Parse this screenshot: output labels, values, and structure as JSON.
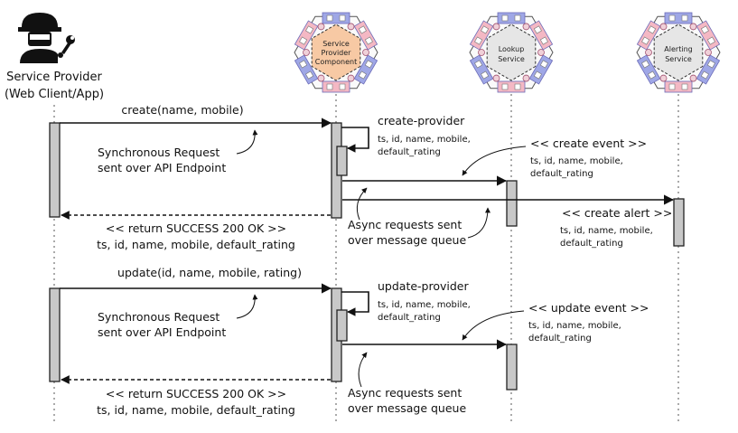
{
  "actor": {
    "line1": "Service Provider",
    "line2": "(Web Client/App)",
    "icon": "worker-with-wrench-icon"
  },
  "components": [
    {
      "line1": "Service",
      "line2": "Provider",
      "line3": "Component",
      "core_color": "#f7c9a4"
    },
    {
      "line1": "Lookup",
      "line2": "Service",
      "line3": "",
      "core_color": "#e6e6e6"
    },
    {
      "line1": "Alerting",
      "line2": "Service",
      "line3": "",
      "core_color": "#e6e6e6"
    }
  ],
  "colors": {
    "adapter_pink": "#f4b8c4",
    "adapter_blue": "#9fa7e6",
    "activation": "#c8c8c8"
  },
  "flow1": {
    "request": "create(name, mobile)",
    "sync_note_line1": "Synchronous Request",
    "sync_note_line2": "sent over API Endpoint",
    "self_call": "create-provider",
    "self_fields_line1": "ts, id, name, mobile,",
    "self_fields_line2": "default_rating",
    "event": "<< create event >>",
    "event_fields_line1": "ts, id, name, mobile,",
    "event_fields_line2": "default_rating",
    "alert": "<< create alert >>",
    "alert_fields_line1": "ts, id, name, mobile,",
    "alert_fields_line2": "default_rating",
    "async_note_line1": "Async requests sent",
    "async_note_line2": "over message queue",
    "return": "<< return SUCCESS 200 OK >>",
    "return_fields": "ts, id, name, mobile, default_rating"
  },
  "flow2": {
    "request": "update(id, name, mobile, rating)",
    "sync_note_line1": "Synchronous Request",
    "sync_note_line2": "sent over API Endpoint",
    "self_call": "update-provider",
    "self_fields_line1": "ts, id, name, mobile,",
    "self_fields_line2": "default_rating",
    "event": "<< update event >>",
    "event_fields_line1": "ts, id, name, mobile,",
    "event_fields_line2": "default_rating",
    "async_note_line1": "Async requests sent",
    "async_note_line2": "over message queue",
    "return": "<< return SUCCESS 200 OK >>",
    "return_fields": "ts, id, name, mobile, default_rating"
  }
}
